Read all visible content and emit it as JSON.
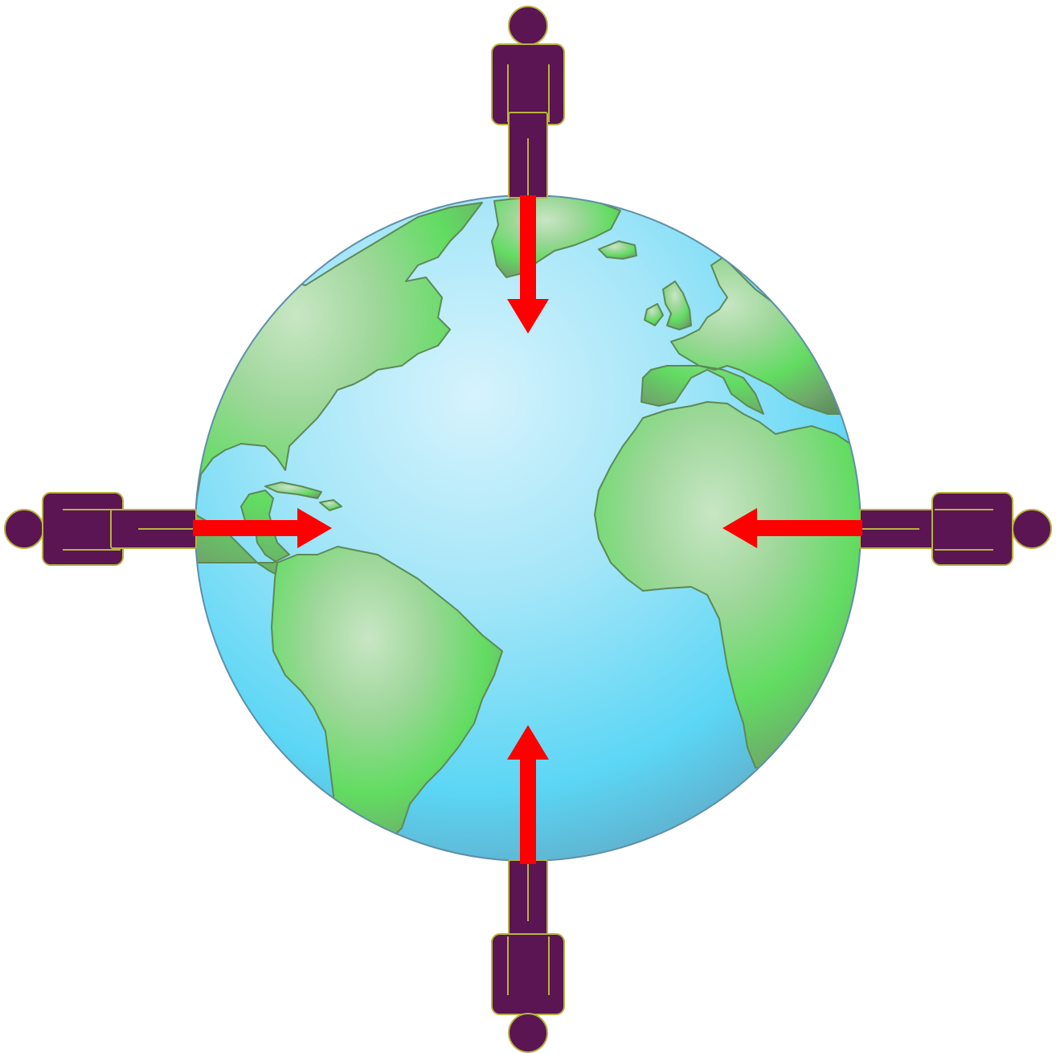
{
  "diagram": {
    "colors": {
      "background": "#ffffff",
      "ocean_light": "#d6f3fd",
      "ocean_mid": "#8fe0f7",
      "ocean_dark": "#5cc9ea",
      "ocean_shadow": "#5f8aa3",
      "land": "#6ad96c",
      "land_light": "#b4dcb0",
      "land_shadow": "#5f8f5f",
      "coastline": "#5c8a55",
      "person_fill": "#5a1552",
      "person_outline": "#b8b240",
      "arrow": "#ff0000"
    },
    "globe": {
      "icon": "earth-globe-icon"
    },
    "people": [
      {
        "id": "top",
        "icon": "person-icon"
      },
      {
        "id": "bottom",
        "icon": "person-icon"
      },
      {
        "id": "left",
        "icon": "person-icon"
      },
      {
        "id": "right",
        "icon": "person-icon"
      }
    ],
    "arrows": [
      {
        "id": "top",
        "direction": "down",
        "icon": "arrow-down-icon"
      },
      {
        "id": "bottom",
        "direction": "up",
        "icon": "arrow-up-icon"
      },
      {
        "id": "left",
        "direction": "right",
        "icon": "arrow-right-icon"
      },
      {
        "id": "right",
        "direction": "left",
        "icon": "arrow-left-icon"
      }
    ]
  }
}
